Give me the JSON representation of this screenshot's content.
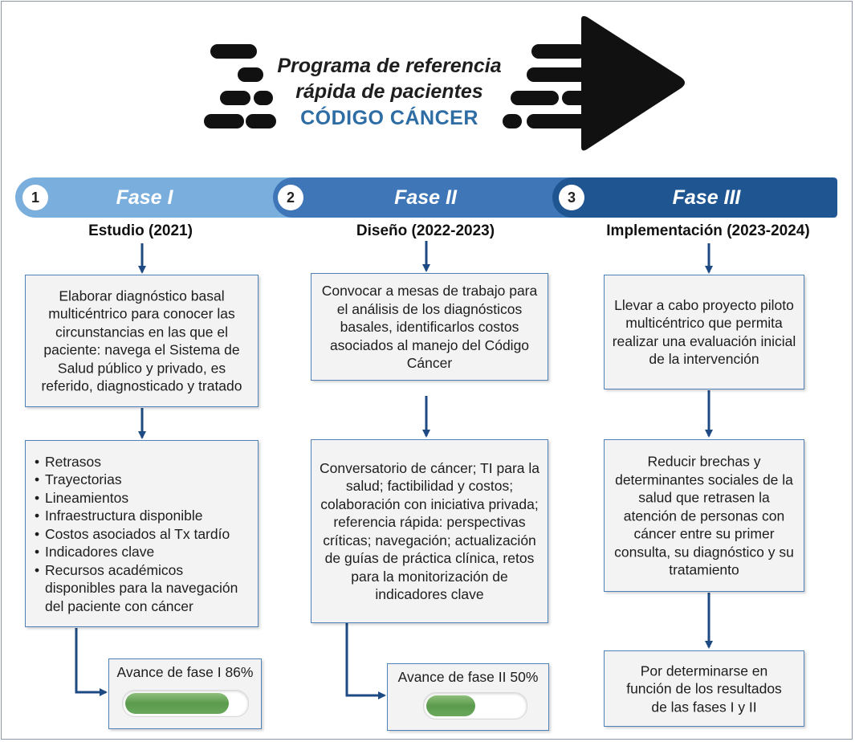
{
  "header": {
    "title_line1": "Programa de referencia",
    "title_line2": "rápida de pacientes",
    "title_code": "CÓDIGO CÁNCER"
  },
  "colors": {
    "phase1": "#7aaedc",
    "phase2": "#3f76b8",
    "phase3": "#1f5591",
    "box_border": "#4f81b8",
    "arrow": "#1d4a82",
    "progress": "#5a9a4c"
  },
  "phases": [
    {
      "number": "1",
      "label": "Fase I",
      "subtitle": "Estudio (2021)",
      "step1": "Elaborar diagnóstico basal multicéntrico para conocer las circunstancias en las que el paciente: navega el Sistema de Salud público y privado, es referido, diagnosticado y tratado",
      "items": [
        "Retrasos",
        "Trayectorias",
        "Lineamientos",
        "Infraestructura disponible",
        "Costos asociados al Tx tardío",
        "Indicadores clave",
        "Recursos académicos disponibles para la navegación del paciente con cáncer"
      ],
      "progress_label": "Avance de fase I 86%",
      "progress": 0.86
    },
    {
      "number": "2",
      "label": "Fase II",
      "subtitle": "Diseño (2022-2023)",
      "step1": "Convocar a mesas de trabajo para el análisis de los diagnósticos basales, identificarlos costos asociados al manejo del Código Cáncer",
      "step2": "Conversatorio de cáncer; TI para la salud; factibilidad y costos; colaboración con iniciativa privada; referencia rápida: perspectivas críticas; navegación; actualización de guías de práctica clínica, retos para la monitorización de indicadores clave",
      "progress_label": "Avance de fase II 50%",
      "progress": 0.5
    },
    {
      "number": "3",
      "label": "Fase III",
      "subtitle": "Implementación (2023-2024)",
      "step1": "Llevar a cabo proyecto piloto multicéntrico que permita realizar una evaluación inicial de la intervención",
      "step2": "Reducir brechas y determinantes sociales de la salud que retrasen la atención de personas con cáncer entre su primer consulta, su diagnóstico y su tratamiento",
      "step3": "Por determinarse en función de los resultados de las fases I y II"
    }
  ]
}
